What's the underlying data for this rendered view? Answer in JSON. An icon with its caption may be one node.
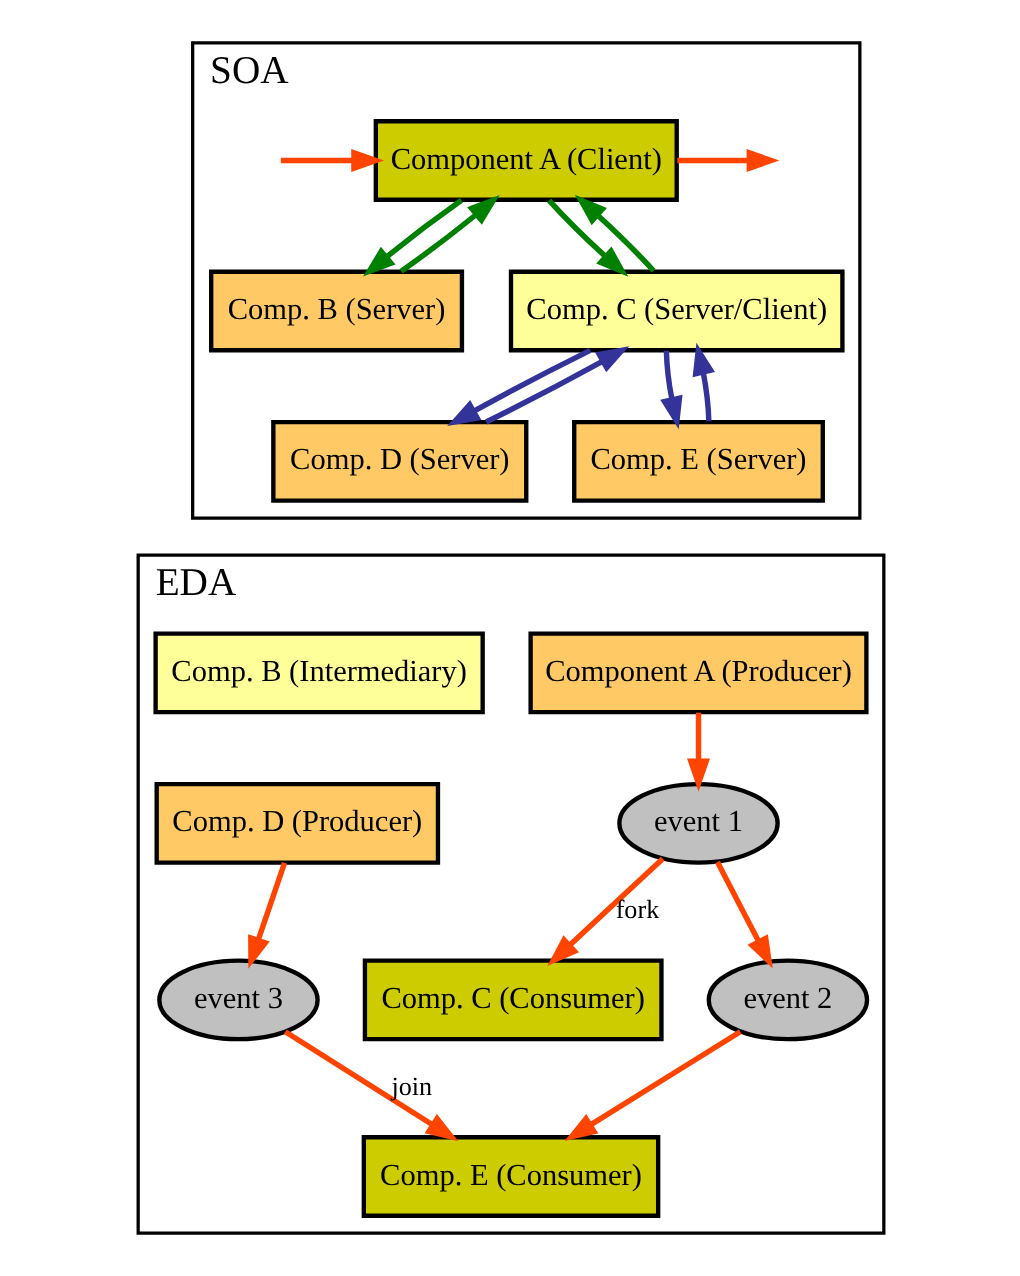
{
  "diagram": {
    "nodes": [
      {
        "text": [
          "SOA"
        ]
      },
      {
        "text": [
          "Component A (Client)"
        ],
        "in": 0
      },
      {
        "text": [
          "Comp. B (Server)"
        ],
        "in": 0
      },
      {
        "text": [
          "Comp. C (Server/Client)"
        ],
        "in": 0
      },
      {
        "text": [
          "Comp. D (Server)"
        ],
        "in": 0
      },
      {
        "text": [
          "Comp. E (Server)"
        ],
        "in": 0
      },
      {
        "text": [
          "EDA"
        ]
      },
      {
        "text": [
          "Component A (Producer)"
        ],
        "in": 6
      },
      {
        "text": [
          "event 1"
        ],
        "in": 6
      },
      {
        "text": [
          "Comp. B (Intermediary)"
        ],
        "in": 6
      },
      {
        "text": [
          "Comp. C (Consumer)"
        ],
        "in": 6
      },
      {
        "text": [
          "event 2"
        ],
        "in": 6
      },
      {
        "text": [
          "Comp. D (Producer)"
        ],
        "in": 6
      },
      {
        "text": [
          "event 3"
        ],
        "in": 6
      },
      {
        "text": [
          "Comp. E (Consumer)"
        ],
        "in": 6
      }
    ],
    "edges": [
      {
        "from": null,
        "to": 1,
        "arrow": "to",
        "color": "#ff4400"
      },
      {
        "from": 1,
        "to": 2,
        "arrow": "to",
        "color": "#008000"
      },
      {
        "from": 2,
        "to": 1,
        "arrow": "to",
        "color": "#008000"
      },
      {
        "from": 1,
        "to": 3,
        "arrow": "to",
        "color": "#008000"
      },
      {
        "from": 3,
        "to": 4,
        "arrow": "to",
        "color": "#333399"
      },
      {
        "from": 4,
        "to": 3,
        "arrow": "to",
        "color": "#333399"
      },
      {
        "from": 3,
        "to": 5,
        "arrow": "to",
        "color": "#333399"
      },
      {
        "from": 5,
        "to": 3,
        "arrow": "to",
        "color": "#333399"
      },
      {
        "from": 3,
        "to": 1,
        "arrow": "to",
        "color": "#008000"
      },
      {
        "from": 1,
        "to": null,
        "arrow": "to",
        "color": "#ff4400"
      },
      {
        "from": 7,
        "to": 8,
        "arrow": "to",
        "color": "#ff4400"
      },
      {
        "from": 8,
        "to": 10,
        "arrow": "to",
        "label": "fork",
        "color": "#ff4400"
      },
      {
        "from": 8,
        "to": 11,
        "arrow": "to",
        "color": "#ff4400"
      },
      {
        "from": 11,
        "to": 14,
        "arrow": "to",
        "color": "#ff4400"
      },
      {
        "from": 12,
        "to": 13,
        "arrow": "to",
        "color": "#ff4400"
      },
      {
        "from": 13,
        "to": 14,
        "arrow": "to",
        "label": "join",
        "color": "#ff4400"
      }
    ]
  }
}
